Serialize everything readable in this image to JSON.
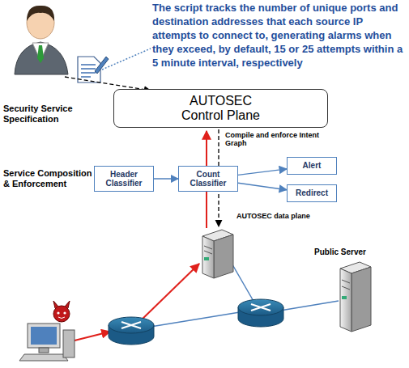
{
  "diagram": {
    "nodes": [
      {
        "text": [
          "AUTOSEC Control Plane"
        ]
      },
      {
        "text": [
          "Header Classifier"
        ]
      },
      {
        "text": [
          "Count Classifier"
        ]
      },
      {
        "text": [
          "Alert"
        ]
      },
      {
        "text": [
          "Redirect"
        ]
      }
    ],
    "edges": [
      {
        "from": 1,
        "to": 2,
        "arrow": "to"
      },
      {
        "from": 2,
        "to": 3,
        "arrow": "to"
      },
      {
        "from": 2,
        "to": 4,
        "arrow": "to"
      }
    ],
    "labels": [
      "The script tracks the number of unique ports and destination addresses that each source IP attempts to connect to, generating alarms when they exceed, by default, 15 or 25 attempts within a 5 minute interval, respectively",
      "Security Service Specification",
      "Compile and enforce Intent Graph",
      "Service Composition & Enforcement",
      "AUTOSEC data plane",
      "Public Server"
    ]
  }
}
